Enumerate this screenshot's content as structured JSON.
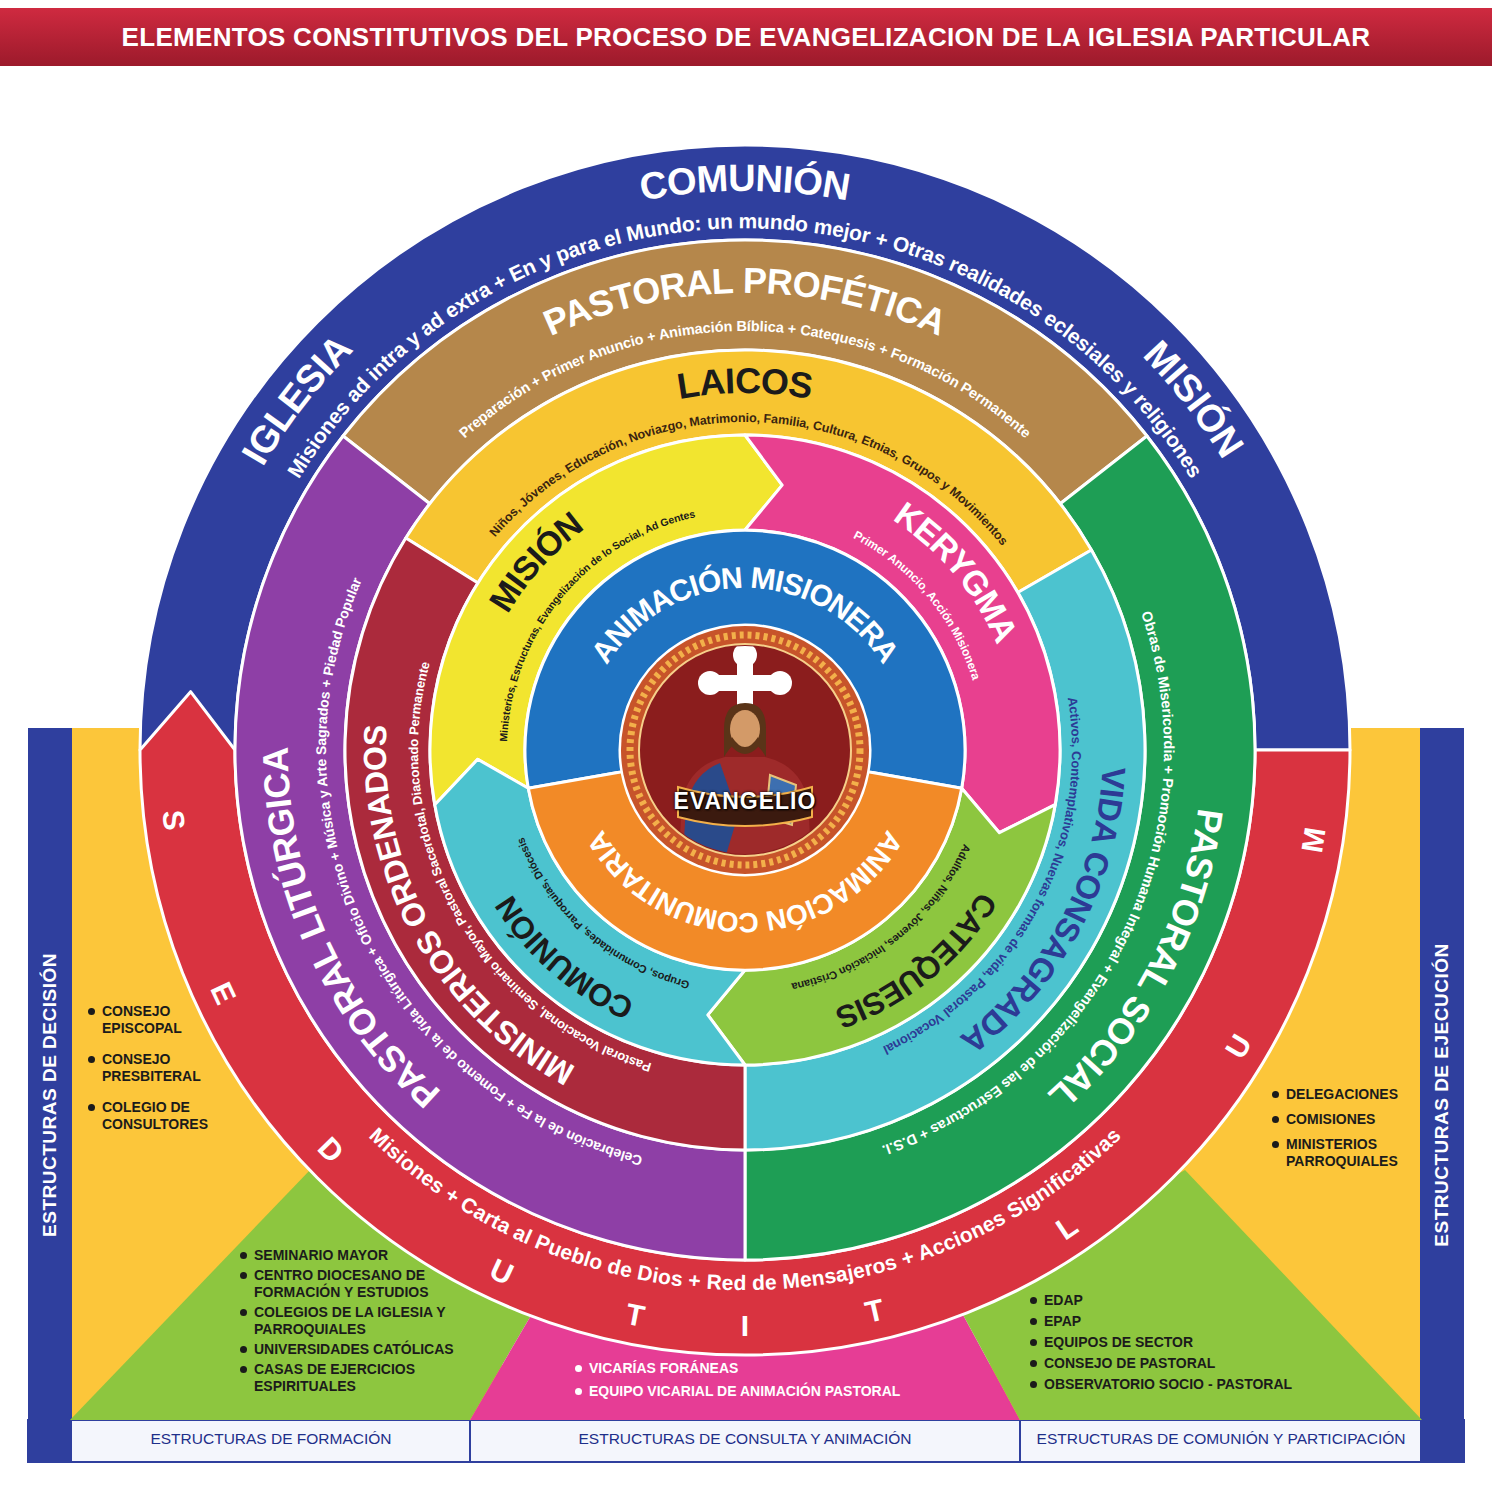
{
  "diagram": {
    "title": "ELEMENTOS CONSTITUTIVOS DEL PROCESO DE EVANGELIZACION DE LA IGLESIA PARTICULAR",
    "nodes": [
      {
        "text": [
          "COMUNIÓN",
          "IGLESIA",
          "MISIÓN",
          "Misiones ad intra y ad extra + En y para el Mundo: un mundo mejor + Otras realidades eclesiales y religiones"
        ]
      },
      {
        "text": [
          "M",
          "U",
          "L",
          "T",
          "I",
          "T",
          "U",
          "D",
          "E",
          "S",
          "Misiones + Carta al Pueblo de Dios + Red de Mensajeros + Acciones Significativas"
        ]
      },
      {
        "text": [
          "PASTORAL PROFÉTICA",
          "Preparación + Primer Anuncio + Animación Bíblica + Catequesis + Formación Permanente"
        ]
      },
      {
        "text": [
          "PASTORAL SOCIAL",
          "Obras de Misericordia + Promoción Humana Integral + Evangelización de las Estructuras + D.S.I."
        ]
      },
      {
        "text": [
          "PASTORAL LITÚRGICA",
          "Celebración de la Fe + Fomento de la Vida Litúrgica + Oficio Divino + Música y Arte Sagrados + Piedad Popular"
        ]
      },
      {
        "text": [
          "LAICOS",
          "Niños, Jóvenes, Educación, Noviazgo, Matrimonio, Familia, Cultura, Etnias, Grupos y Movimientos"
        ]
      },
      {
        "text": [
          "VIDA CONSAGRADA",
          "Activos, Contemplativos, Nuevas formas de vida, Pastoral Vocacional"
        ]
      },
      {
        "text": [
          "MINISTERIOS ORDENADOS",
          "Pastoral Vocacional, Seminario Mayor, Pastoral Sacerdotal, Diaconado Permanente"
        ]
      },
      {
        "text": [
          "MISIÓN",
          "Ministerios, Estructuras, Evangelización de lo Social, Ad Gentes"
        ]
      },
      {
        "text": [
          "KERYGMA",
          "Primer Anuncio, Acción Misionera"
        ]
      },
      {
        "text": [
          "CATEQUESIS",
          "Adultos, Niños, Jóvenes, Iniciación Cristiana"
        ]
      },
      {
        "text": [
          "COMUNIÓN",
          "Grupos, Comunidades, Parroquias, Diócesis"
        ]
      },
      {
        "text": [
          "ANIMACIÓN MISIONERA"
        ]
      },
      {
        "text": [
          "ANIMACIÓN COMUNITARIA"
        ]
      },
      {
        "text": [
          "EVANGELIO"
        ]
      },
      {
        "text": [
          "ESTRUCTURAS DE DECISIÓN"
        ]
      },
      {
        "text": [
          "CONSEJO EPISCOPAL",
          "CONSEJO PRESBITERAL",
          "COLEGIO DE CONSULTORES"
        ]
      },
      {
        "text": [
          "ESTRUCTURAS DE EJECUCIÓN"
        ]
      },
      {
        "text": [
          "DELEGACIONES",
          "COMISIONES",
          "MINISTERIOS PARROQUIALES"
        ]
      },
      {
        "text": [
          "ESTRUCTURAS DE FORMACIÓN",
          "SEMINARIO MAYOR",
          "CENTRO DIOCESANO DE FORMACIÓN Y ESTUDIOS",
          "COLEGIOS DE LA IGLESIA Y PARROQUIALES",
          "UNIVERSIDADES CATÓLICAS",
          "CASAS DE EJERCICIOS ESPIRITUALES"
        ]
      },
      {
        "text": [
          "ESTRUCTURAS DE CONSULTA Y ANIMACIÓN",
          "VICARÍAS FORÁNEAS",
          "EQUIPO VICARIAL DE ANIMACIÓN PASTORAL"
        ]
      },
      {
        "text": [
          "ESTRUCTURAS DE COMUNIÓN Y PARTICIPACIÓN",
          "EDAP",
          "EPAP",
          "EQUIPOS DE SECTOR",
          "CONSEJO DE PASTORAL",
          "OBSERVATORIO SOCIO - PASTORAL"
        ]
      }
    ]
  }
}
